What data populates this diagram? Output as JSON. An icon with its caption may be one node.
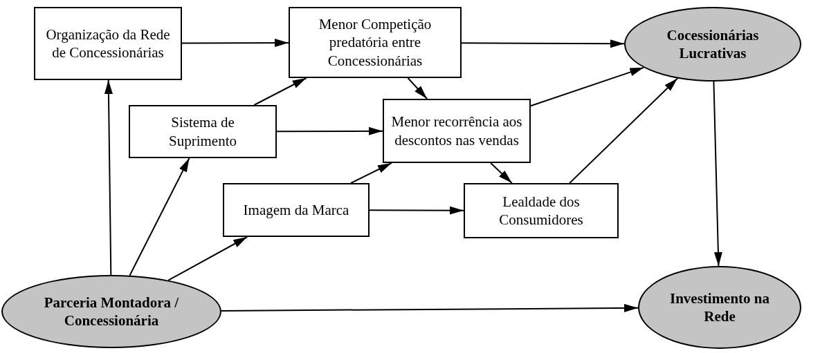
{
  "diagram": {
    "nodes": [
      {
        "text": [
          "Organização da Rede de Concessionárias"
        ]
      },
      {
        "text": [
          "Menor Competição predatória entre Concessionárias"
        ]
      },
      {
        "text": [
          "Cocessionárias Lucrativas"
        ]
      },
      {
        "text": [
          "Sistema de Suprimento"
        ]
      },
      {
        "text": [
          "Menor recorrência aos descontos nas vendas"
        ]
      },
      {
        "text": [
          "Imagem da Marca"
        ]
      },
      {
        "text": [
          "Lealdade dos Consumidores"
        ]
      },
      {
        "text": [
          "Parceria Montadora / Concessionária"
        ]
      },
      {
        "text": [
          "Investimento na Rede"
        ]
      }
    ],
    "edges": [
      {
        "from": 7,
        "to": 0,
        "arrow": "to"
      },
      {
        "from": 7,
        "to": 3,
        "arrow": "to"
      },
      {
        "from": 7,
        "to": 5,
        "arrow": "to"
      },
      {
        "from": 7,
        "to": 8,
        "arrow": "to"
      },
      {
        "from": 0,
        "to": 1,
        "arrow": "to"
      },
      {
        "from": 1,
        "to": 2,
        "arrow": "to"
      },
      {
        "from": 1,
        "to": 4,
        "arrow": "to"
      },
      {
        "from": 3,
        "to": 1,
        "arrow": "to"
      },
      {
        "from": 3,
        "to": 4,
        "arrow": "to"
      },
      {
        "from": 5,
        "to": 4,
        "arrow": "to"
      },
      {
        "from": 5,
        "to": 6,
        "arrow": "to"
      },
      {
        "from": 4,
        "to": 2,
        "arrow": "to"
      },
      {
        "from": 4,
        "to": 6,
        "arrow": "to"
      },
      {
        "from": 6,
        "to": 2,
        "arrow": "to"
      },
      {
        "from": 2,
        "to": 8,
        "arrow": "to"
      }
    ]
  }
}
